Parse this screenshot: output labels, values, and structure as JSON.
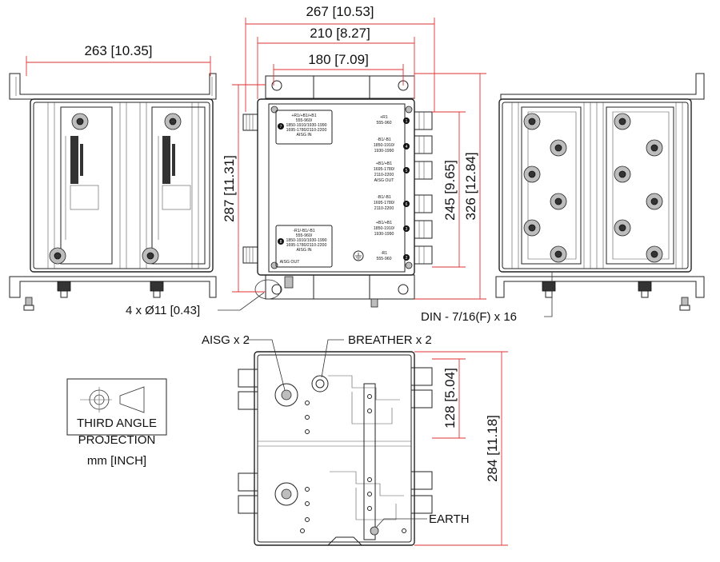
{
  "dimensions": {
    "top_267": "267 [10.53]",
    "top_210": "210 [8.27]",
    "top_180": "180 [7.09]",
    "left_263": "263 [10.35]",
    "height_287": "287 [11.31]",
    "height_245": "245 [9.65]",
    "height_326": "326 [12.84]",
    "bottom_128": "128 [5.04]",
    "bottom_284": "284 [11.18]"
  },
  "callouts": {
    "holes": "4 x Ø11 [0.43]",
    "din": "DIN - 7/16(F) x 16",
    "aisg": "AISG x 2",
    "breather": "BREATHER x 2",
    "earth": "EARTH"
  },
  "projection": {
    "line1": "THIRD ANGLE",
    "line2": "PROJECTION",
    "units": "mm [INCH]"
  },
  "front_labels": {
    "port7": [
      "+R1/+B1/+B1",
      "555-960/",
      "1850-1910/1930-1990",
      "1695-1780/2110-2200",
      "AISG IN"
    ],
    "port8": [
      "-R1/-B1/-B1",
      "555-960/",
      "1850-1910/1930-1990",
      "1695-1780/2110-2200",
      "AISG IN"
    ],
    "aisg_out": "AISG OUT",
    "port1": [
      "+R1",
      "555-960"
    ],
    "port4": [
      "-B1/-B1",
      "1850-1910/",
      "1930-1990"
    ],
    "port5": [
      "+B1/+B1",
      "1695-1780/",
      "2110-2200",
      "AISG OUT"
    ],
    "port6": [
      "-B1/-B1",
      "1695-1780/",
      "2110-2200"
    ],
    "port3": [
      "+B1/+B1",
      "1850-1910/",
      "1930-1990"
    ],
    "port2": [
      "-R1",
      "555-960"
    ],
    "num1": "1",
    "num2": "2",
    "num3": "3",
    "num4": "4",
    "num5": "5",
    "num6": "6",
    "num7": "7",
    "num8": "8"
  }
}
